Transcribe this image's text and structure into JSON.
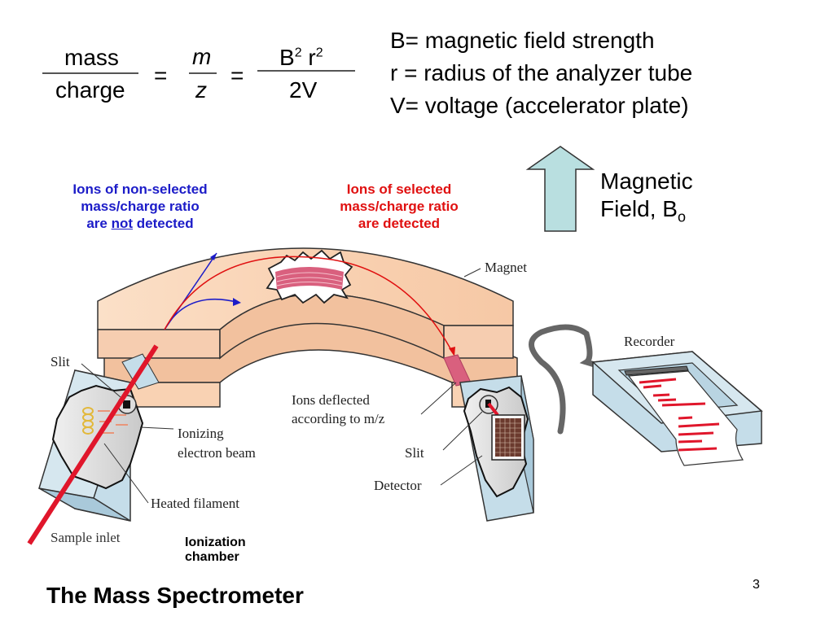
{
  "formula": {
    "lhs_numerator": "mass",
    "lhs_denominator": "charge",
    "equals_1": "=",
    "mid_numerator": "m",
    "mid_denominator": "z",
    "equals_2": "=",
    "rhs_numerator_B": "B",
    "rhs_numerator_B_exp": "2",
    "rhs_numerator_r": "r",
    "rhs_numerator_r_exp": "2",
    "rhs_denominator": "2V"
  },
  "definitions": [
    "B= magnetic field strength",
    "r = radius of the analyzer tube",
    "V= voltage (accelerator plate)"
  ],
  "callouts": {
    "non_selected": {
      "line1": "Ions of non-selected",
      "line2": "mass/charge ratio",
      "line3_prefix": "are ",
      "line3_emph": "not",
      "line3_suffix": " detected",
      "color": "#1c1cc8"
    },
    "selected": {
      "line1": "Ions of selected",
      "line2": "mass/charge ratio",
      "line3": "are detected",
      "color": "#e01010"
    }
  },
  "magnetic_field": {
    "line1": "Magnetic",
    "line2": "Field, B",
    "subscript": "o",
    "arrow_color": "#b9dfe0"
  },
  "diagram_labels": {
    "magnet": "Magnet",
    "recorder": "Recorder",
    "slit_left": "Slit",
    "ionizing_1": "Ionizing",
    "ionizing_2": "electron beam",
    "heated_filament": "Heated filament",
    "sample_inlet": "Sample inlet",
    "ions_deflected_1": "Ions deflected",
    "ions_deflected_2": "according to m/z",
    "slit_right": "Slit",
    "detector": "Detector",
    "ionization_chamber_1": "Ionization",
    "ionization_chamber_2": "chamber"
  },
  "colors": {
    "magnet_fill": "#f9d2b3",
    "magnet_side": "#f2c19e",
    "chamber_fill": "#c5dde9",
    "beam_red": "#e0162b",
    "path_blue": "#1c1cc8",
    "path_red": "#e01010"
  },
  "footer": {
    "title": "The Mass Spectrometer",
    "page_number": "3"
  }
}
